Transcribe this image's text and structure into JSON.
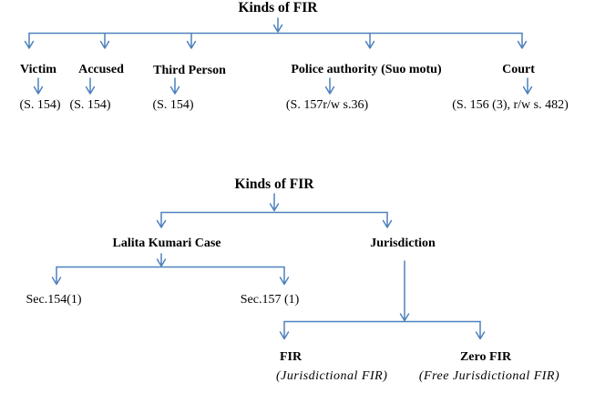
{
  "colors": {
    "connector": "#4f81bd",
    "text": "#000000",
    "background": "#ffffff"
  },
  "top_tree": {
    "title": "Kinds of FIR",
    "branches": [
      {
        "label": "Victim",
        "section": "(S. 154)"
      },
      {
        "label": "Accused",
        "section": "(S. 154)"
      },
      {
        "label": "Third Person",
        "section": "(S. 154)"
      },
      {
        "label": "Police authority (Suo motu)",
        "section": "(S. 157r/w s.36)"
      },
      {
        "label": "Court",
        "section": "(S. 156 (3), r/w s. 482)"
      }
    ]
  },
  "bottom_tree": {
    "title": "Kinds of FIR",
    "left_branch": {
      "label": "Lalita Kumari Case",
      "children": [
        "Sec.154(1)",
        "Sec.157 (1)"
      ]
    },
    "right_branch": {
      "label": "Jurisdiction",
      "leaves": [
        {
          "label": "FIR",
          "subtitle": "(Jurisdictional FIR)"
        },
        {
          "label": "Zero FIR",
          "subtitle": "(Free Jurisdictional FIR)"
        }
      ]
    }
  }
}
